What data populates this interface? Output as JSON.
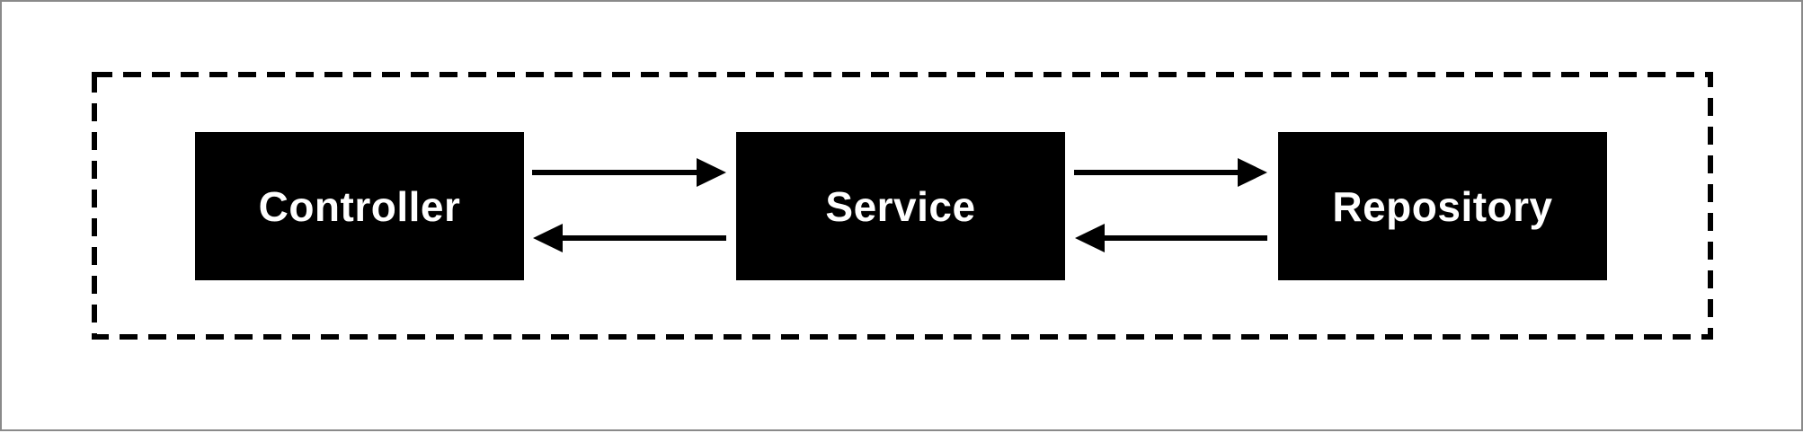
{
  "diagram": {
    "boundary": {
      "style": "dashed",
      "color": "#000000"
    },
    "nodes": [
      {
        "id": "controller",
        "label": "Controller",
        "fill": "#000000",
        "text_color": "#ffffff"
      },
      {
        "id": "service",
        "label": "Service",
        "fill": "#000000",
        "text_color": "#ffffff"
      },
      {
        "id": "repository",
        "label": "Repository",
        "fill": "#000000",
        "text_color": "#ffffff"
      }
    ],
    "edges": [
      {
        "from": "controller",
        "to": "service"
      },
      {
        "from": "service",
        "to": "controller"
      },
      {
        "from": "service",
        "to": "repository"
      },
      {
        "from": "repository",
        "to": "service"
      }
    ],
    "border_color": "#8a8a8a"
  }
}
